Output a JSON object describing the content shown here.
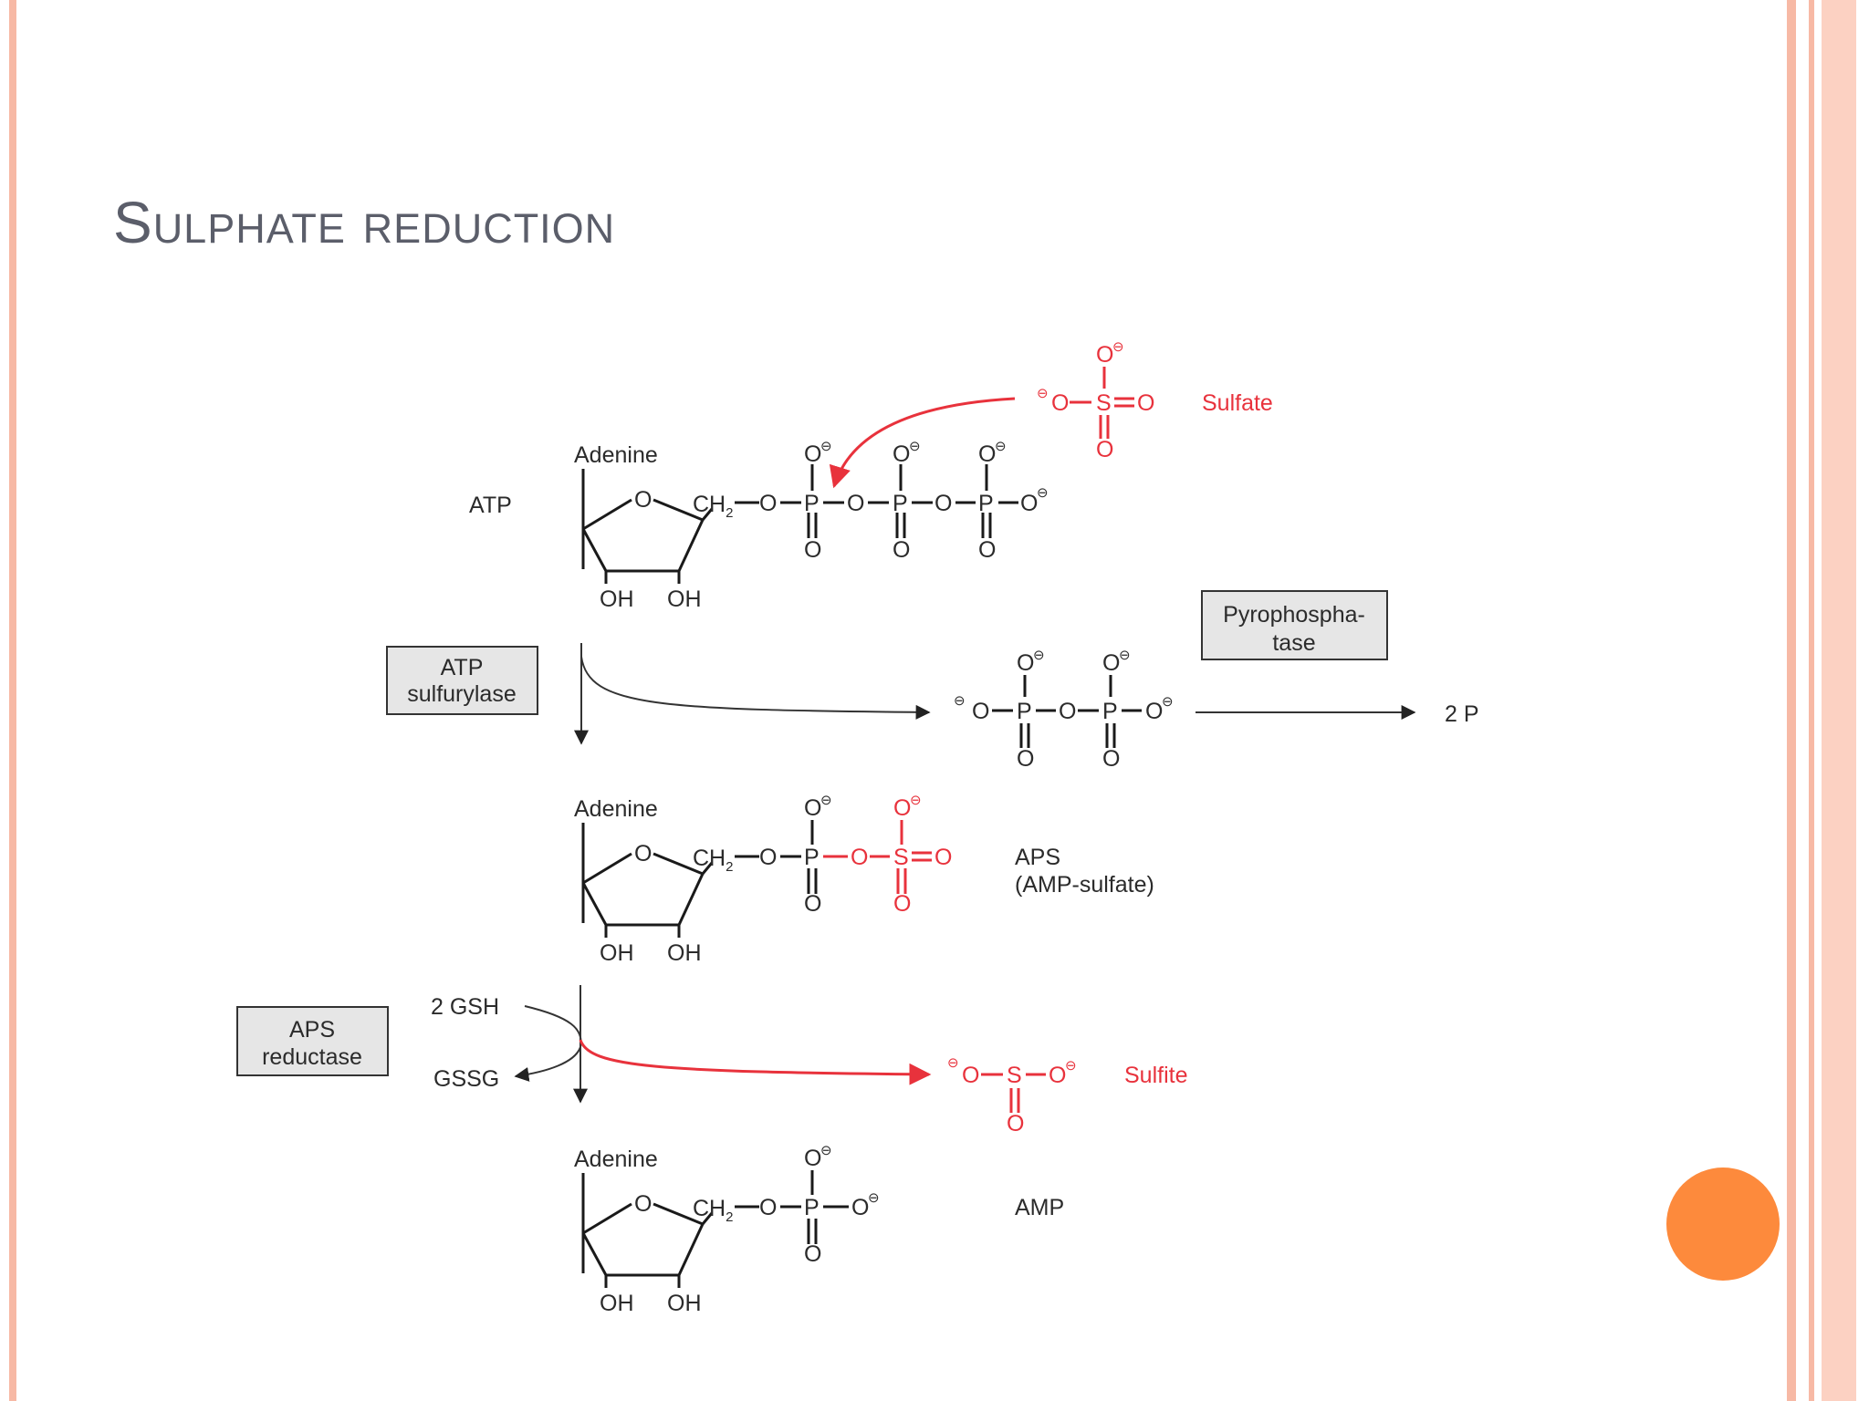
{
  "title": "Sulphate reduction",
  "molecules": {
    "atp": "ATP",
    "aps": "APS",
    "aps_sub": "(AMP-sulfate)",
    "amp": "AMP",
    "sulfate": "Sulfate",
    "sulfite": "Sulfite",
    "adenine": "Adenine"
  },
  "enzymes": {
    "atp_sulfurylase": [
      "ATP",
      "sulfurylase"
    ],
    "aps_reductase": [
      "APS",
      "reductase"
    ],
    "pyrophosphatase": [
      "Pyrophospha-",
      "tase"
    ]
  },
  "cofactors": {
    "gsh": "2 GSH",
    "gssg": "GSSG"
  },
  "products": {
    "pi": "2 P"
  },
  "atoms": {
    "O": "O",
    "P": "P",
    "S": "S",
    "OH": "OH",
    "CH2": "CH",
    "sub2": "2",
    "neg": "⊖"
  },
  "colors": {
    "accent": "#e8323c",
    "title": "#5b5e6a",
    "orange": "#fd8a3c",
    "stripe": "#f7b9a5"
  }
}
